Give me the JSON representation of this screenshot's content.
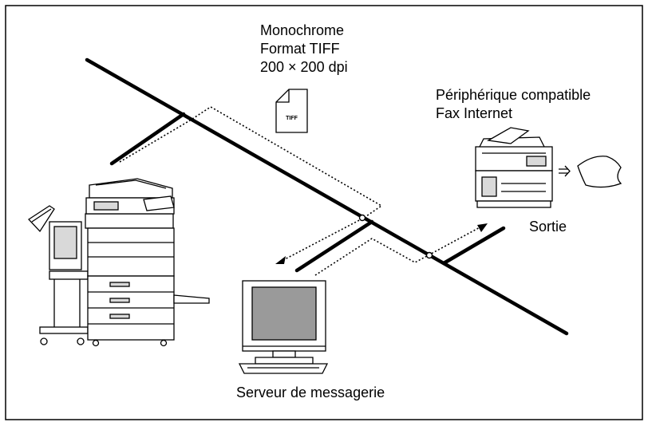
{
  "labels": {
    "file_line1": "Monochrome",
    "file_line2": "Format TIFF",
    "file_line3": "200 × 200 dpi",
    "file_icon": "TIFF",
    "device_line1": "Périphérique compatible",
    "device_line2": "Fax Internet",
    "output": "Sortie",
    "server": "Serveur de messagerie"
  },
  "icons": {
    "sender": "multifunction-copier-icon",
    "file": "tiff-document-icon",
    "receiver": "fax-machine-icon",
    "printout": "paper-sheet-icon",
    "server": "computer-monitor-icon"
  },
  "colors": {
    "line": "#000000",
    "background": "#ffffff",
    "screen": "#9a9a9a"
  }
}
